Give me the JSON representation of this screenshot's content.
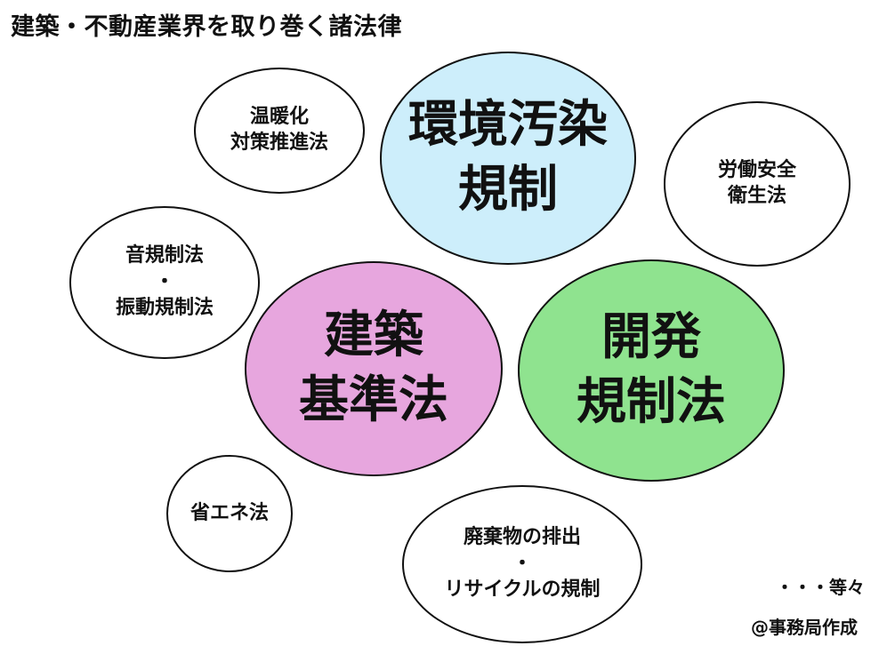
{
  "title": "建築・不動産業界を取り巻く諸法律",
  "colors": {
    "environment": "#cdeefb",
    "building": "#e7a6de",
    "development": "#8fe38f",
    "default": "#ffffff"
  },
  "circles": {
    "ondanka": {
      "line1": "温暖化",
      "line2": "対策推進法"
    },
    "kankyo": {
      "line1": "環境汚染",
      "line2": "規制"
    },
    "rodo": {
      "line1": "労働安全",
      "line2": "衛生法"
    },
    "oto": {
      "line1": "音規制法",
      "sep": "・",
      "line2": "振動規制法"
    },
    "kenchiku": {
      "line1": "建築",
      "line2": "基準法"
    },
    "kaihatsu": {
      "line1": "開発",
      "line2": "規制法"
    },
    "shoene": {
      "line1": "省エネ法"
    },
    "haikibutsu": {
      "line1": "廃棄物の排出",
      "sep": "・",
      "line2": "リサイクルの規制"
    }
  },
  "notes": {
    "etc": "・・・等々",
    "credit": "@事務局作成"
  }
}
